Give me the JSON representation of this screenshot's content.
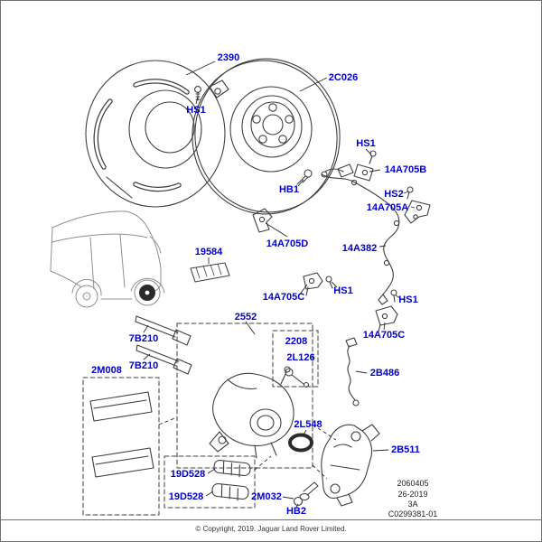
{
  "colors": {
    "callout": "#0000CC",
    "art": "#3F3F3F",
    "sketch": "#8F8F8F"
  },
  "callouts": [
    {
      "text": "2390"
    },
    {
      "text": "2C026"
    },
    {
      "text": "HS1"
    },
    {
      "text": "HS1"
    },
    {
      "text": "HB1"
    },
    {
      "text": "14A705B"
    },
    {
      "text": "HS2"
    },
    {
      "text": "14A705A"
    },
    {
      "text": "14A705D"
    },
    {
      "text": "14A382"
    },
    {
      "text": "19584"
    },
    {
      "text": "14A705C"
    },
    {
      "text": "HS1"
    },
    {
      "text": "HS1"
    },
    {
      "text": "2552"
    },
    {
      "text": "7B210"
    },
    {
      "text": "7B210"
    },
    {
      "text": "2M008"
    },
    {
      "text": "2208"
    },
    {
      "text": "2L126"
    },
    {
      "text": "14A705C"
    },
    {
      "text": "2B486"
    },
    {
      "text": "2L548"
    },
    {
      "text": "2B511"
    },
    {
      "text": "19D528"
    },
    {
      "text": "19D528"
    },
    {
      "text": "2M032"
    },
    {
      "text": "HB2"
    }
  ],
  "info_block": {
    "line1": "2060405",
    "line2": "26-2019",
    "line3": "3A",
    "line4": "C0299381-01"
  },
  "footer": {
    "copyright": "© Copyright, 2019. Jaguar Land Rover Limited."
  }
}
